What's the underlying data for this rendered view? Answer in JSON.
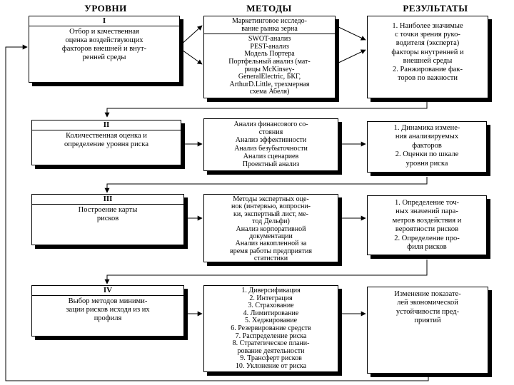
{
  "headers": {
    "levels": "УРОВНИ",
    "methods": "МЕТОДЫ",
    "results": "РЕЗУЛЬТАТЫ"
  },
  "rows": [
    {
      "level": {
        "roman": "I",
        "lines": [
          "Отбор и качественная",
          "оценка воздействующих",
          "факторов внешней и внут-",
          "ренней среды"
        ]
      },
      "methods": {
        "lines": [
          "Маркетинговое исследо-",
          "вание рынка зерна",
          "SWOT-анализ",
          "PEST-анализ",
          "Модель Портера",
          "Портфельный анализ (мат-",
          "рицы McKinsey-",
          "GeneralElectric, БКГ,",
          "ArthurD.Little, трехмерная",
          "схема Абеля)"
        ]
      },
      "results": {
        "lines": [
          "1. Наиболее значимые",
          "с точки зрения руко-",
          "водителя (эксперта)",
          "факторы внутренней и",
          "внешней среды",
          "2. Ранжирование фак-",
          "торов по важности"
        ]
      }
    },
    {
      "level": {
        "roman": "II",
        "lines": [
          "Количественная оценка и",
          "определение уровня риска"
        ]
      },
      "methods": {
        "lines": [
          "Анализ финансового со-",
          "стояния",
          "Анализ эффективности",
          "Анализ безубыточности",
          "Анализ сценариев",
          "Проектный анализ"
        ]
      },
      "results": {
        "lines": [
          "1. Динамика измене-",
          "ния анализируемых",
          "факторов",
          "2. Оценки по шкале",
          "уровня риска"
        ]
      }
    },
    {
      "level": {
        "roman": "III",
        "lines": [
          "Построение карты",
          "рисков"
        ]
      },
      "methods": {
        "lines": [
          "Методы экспертных оце-",
          "нок (интервью, вопросни-",
          "ки, экспертный лист, ме-",
          "тод Дельфи)",
          "Анализ корпоративной",
          "документации",
          "Анализ накопленной за",
          "время работы предприятия",
          "статистики"
        ]
      },
      "results": {
        "lines": [
          "1. Определение точ-",
          "ных значений пара-",
          "метров воздействия и",
          "вероятности рисков",
          "2. Определение про-",
          "филя рисков"
        ]
      }
    },
    {
      "level": {
        "roman": "IV",
        "lines": [
          "Выбор методов миними-",
          "зации рисков исходя из их",
          "профиля"
        ]
      },
      "methods": {
        "lines": [
          "1. Диверсификация",
          "2. Интеграция",
          "3. Страхование",
          "4. Лимитирование",
          "5. Хеджирование",
          "6. Резервирование средств",
          "7. Распределение риска",
          "8. Стратегическое плани-",
          "рование деятельности",
          "9. Трансферт рисков",
          "10. Уклонение от риска"
        ]
      },
      "results": {
        "lines": [
          "Изменение показате-",
          "лей экономической",
          "устойчивости пред-",
          "приятий"
        ]
      }
    }
  ]
}
